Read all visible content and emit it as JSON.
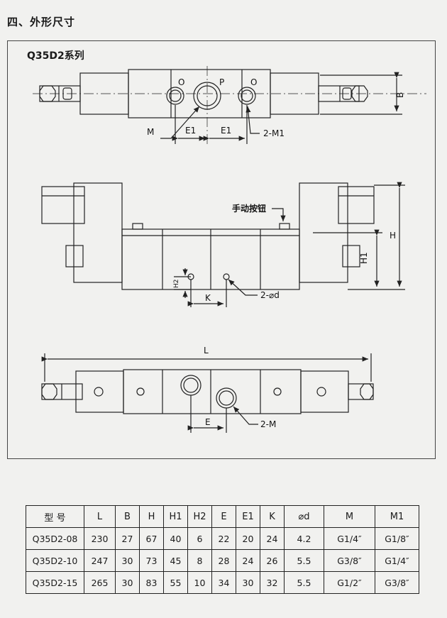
{
  "heading": "四、外形尺寸",
  "drawing": {
    "series": "Q35D2系列",
    "labels": {
      "port_o_left": "O",
      "port_p": "P",
      "port_o_right": "O",
      "m": "M",
      "e1_a": "E1",
      "e1_b": "E1",
      "two_m1": "2-M1",
      "b": "B",
      "manual_button": "手动按钮",
      "h": "H",
      "h1": "H1",
      "h2": "H2",
      "k": "K",
      "two_d": "2-⌀d",
      "l": "L",
      "e": "E",
      "two_m": "2-M"
    }
  },
  "table": {
    "headers": [
      "型  号",
      "L",
      "B",
      "H",
      "H1",
      "H2",
      "E",
      "E1",
      "K",
      "⌀d",
      "M",
      "M1"
    ],
    "rows": [
      [
        "Q35D2-08",
        "230",
        "27",
        "67",
        "40",
        "6",
        "22",
        "20",
        "24",
        "4.2",
        "G1/4″",
        "G1/8″"
      ],
      [
        "Q35D2-10",
        "247",
        "30",
        "73",
        "45",
        "8",
        "28",
        "24",
        "26",
        "5.5",
        "G3/8″",
        "G1/4″"
      ],
      [
        "Q35D2-15",
        "265",
        "30",
        "83",
        "55",
        "10",
        "34",
        "30",
        "32",
        "5.5",
        "G1/2″",
        "G3/8″"
      ]
    ]
  }
}
